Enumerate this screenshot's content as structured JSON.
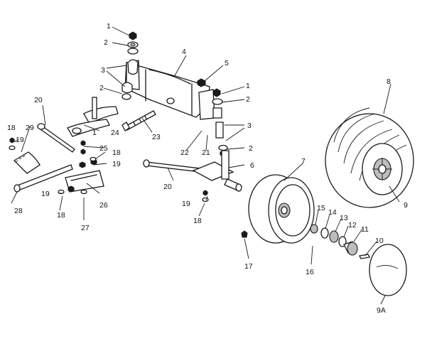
{
  "callouts": {
    "c1a": "1",
    "c2a": "2",
    "c3a": "3",
    "c4": "4",
    "c5": "5",
    "c1b": "1",
    "c2b": "2",
    "c2c": "2",
    "c3b": "3",
    "c1c": "1",
    "c20a": "20",
    "c18a": "18",
    "c29": "29",
    "c19a": "19",
    "c24": "24",
    "c23": "23",
    "c25": "25",
    "c18b": "18",
    "c19b": "19",
    "c22": "22",
    "c21": "21",
    "c2d": "2",
    "c6": "6",
    "c7": "7",
    "c8": "8",
    "c9": "9",
    "c20b": "20",
    "c19c": "19",
    "c18c": "18",
    "c19d": "19",
    "c18d": "18",
    "c26": "26",
    "c28": "28",
    "c27": "27",
    "c15": "15",
    "c14": "14",
    "c13": "13",
    "c12": "12",
    "c11": "11",
    "c10": "10",
    "c16": "16",
    "c17": "17",
    "c9a": "9A"
  }
}
